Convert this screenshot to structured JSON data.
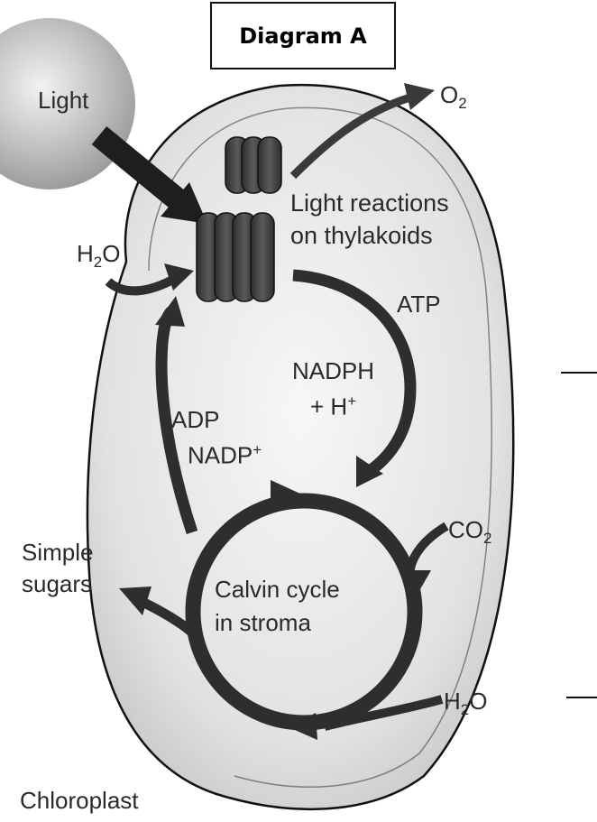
{
  "title": "Diagram A",
  "labels": {
    "light": "Light",
    "o2": "O",
    "o2_sub": "2",
    "light_reactions_l1": "Light reactions",
    "light_reactions_l2": "on thylakoids",
    "h2o_top": "H",
    "h2o_top_sub": "2",
    "h2o_top_tail": "O",
    "atp": "ATP",
    "nadph": "NADPH",
    "h_plus": "+ H",
    "h_plus_sup": "+",
    "adp": "ADP",
    "nadp": "NADP",
    "nadp_sup": "+",
    "co2": "CO",
    "co2_sub": "2",
    "simple_sugars_l1": "Simple",
    "simple_sugars_l2": "sugars",
    "calvin_l1": "Calvin cycle",
    "calvin_l2": "in stroma",
    "h2o_bottom": "H",
    "h2o_bottom_sub": "2",
    "h2o_bottom_tail": "O",
    "chloroplast": "Chloroplast"
  },
  "colors": {
    "outline": "#111111",
    "chloroplast_fill": "#d6d6d6",
    "arrow": "#2e2e2e",
    "thylakoid": "#3c3c3c",
    "text": "#2a2a2a"
  }
}
